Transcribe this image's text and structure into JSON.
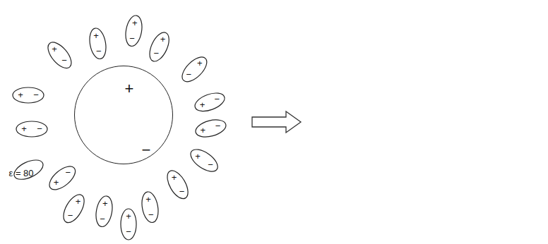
{
  "diagram": {
    "nodes": [
      {
        "text": [
          "+",
          "−"
        ]
      },
      {
        "text": [
          "+",
          "−"
        ]
      },
      {
        "text": [
          "+",
          "−"
        ]
      },
      {
        "text": [
          "+",
          "−"
        ]
      },
      {
        "text": [
          "+",
          "−"
        ]
      },
      {
        "text": [
          "+",
          "−"
        ]
      },
      {
        "text": [
          "+",
          "−"
        ]
      },
      {
        "text": [
          "+",
          "−"
        ]
      },
      {
        "text": [
          "+",
          "−"
        ]
      },
      {
        "text": [
          "+",
          "−"
        ]
      },
      {
        "text": [
          "+",
          "−"
        ]
      },
      {
        "text": [
          "+",
          "−"
        ]
      },
      {
        "text": [
          "+",
          "−"
        ]
      },
      {
        "text": [
          "+",
          "−"
        ]
      },
      {
        "text": [
          "+",
          "−"
        ]
      },
      {
        "text": [
          "+",
          "−"
        ]
      },
      {
        "text": [
          "+",
          "−"
        ]
      },
      {
        "text": [
          "ε = 80"
        ]
      },
      {
        "text": [
          "+",
          "−"
        ],
        "in": 18
      }
    ],
    "labels": [
      "−",
      "−",
      "−",
      "−",
      "+",
      "+",
      "+"
    ]
  }
}
